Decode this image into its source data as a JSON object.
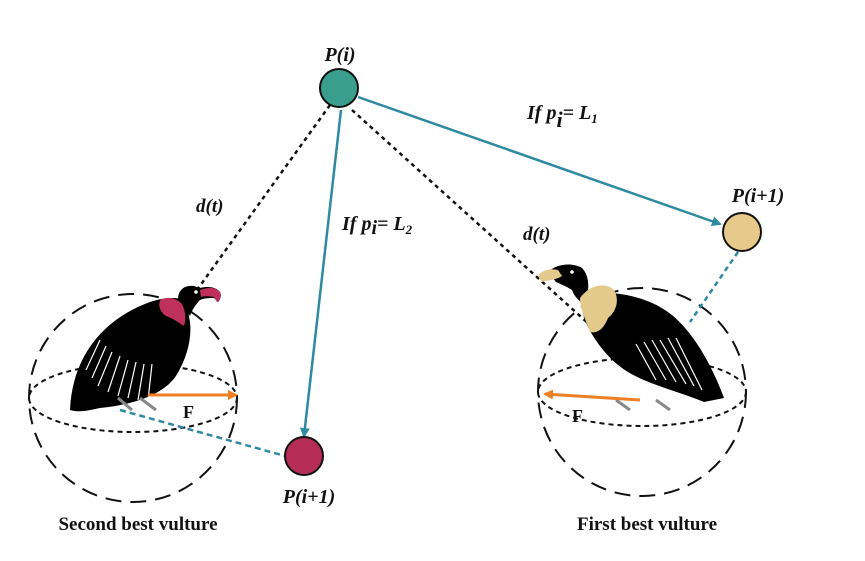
{
  "diagram": {
    "colors": {
      "teal_node": "#3a9e8c",
      "tan_node": "#e6c98b",
      "crimson_node": "#b52d57",
      "arrow": "#2e8aa1",
      "force_arrow": "#ef7f22",
      "outline": "#111111",
      "second_vulture_accent": "#c0305e",
      "first_vulture_accent": "#e3c98b"
    },
    "nodes": {
      "current": {
        "label": "P(i)"
      },
      "next_first": {
        "label": "P(i+1)"
      },
      "next_second": {
        "label": "P(i+1)"
      }
    },
    "edges": {
      "rule_first": {
        "prefix": "If p",
        "sub": "i",
        "eq": "= L",
        "idx": "1"
      },
      "rule_second": {
        "prefix": "If p",
        "sub": "i",
        "eq": "= L",
        "idx": "2"
      },
      "distance_second": {
        "label": "d(t)"
      },
      "distance_first": {
        "label": "d(t)"
      }
    },
    "force": {
      "left_label": "F",
      "right_label": "F"
    },
    "captions": {
      "second": "Second best vulture",
      "first": "First best vulture"
    }
  }
}
